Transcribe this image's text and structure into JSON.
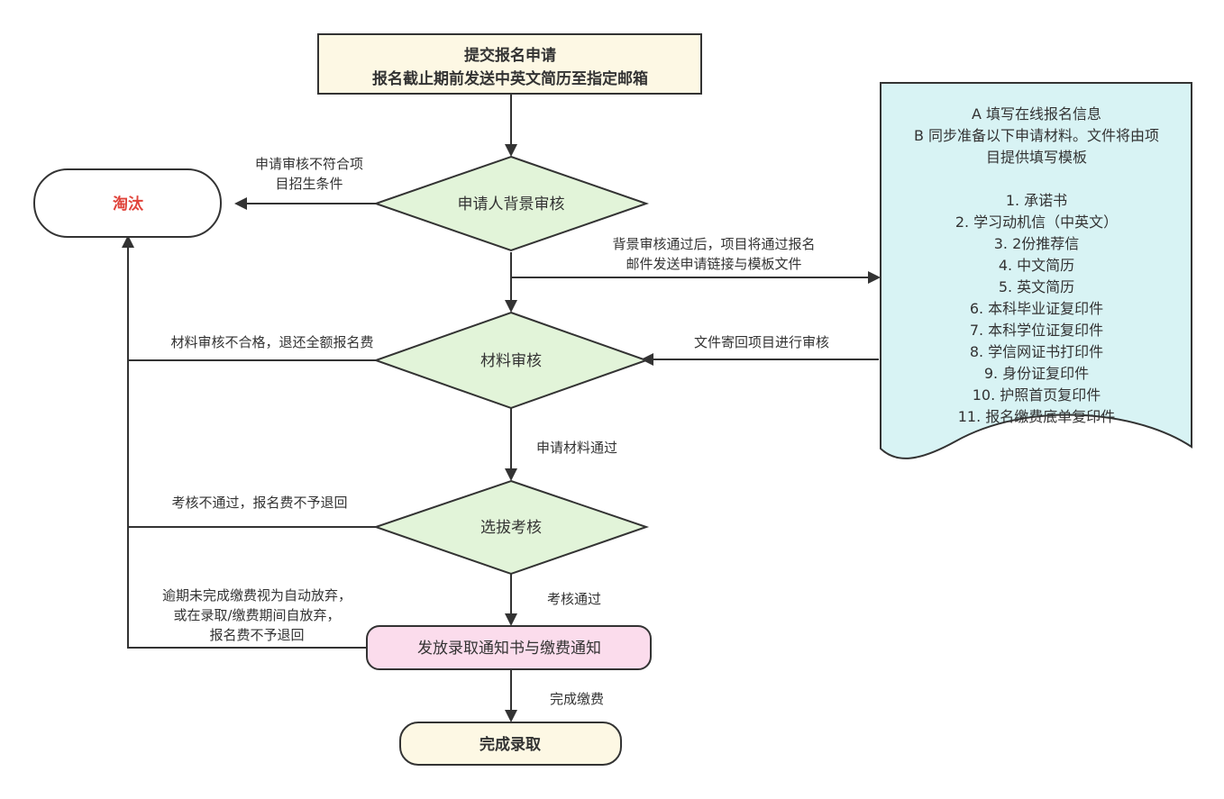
{
  "nodes": {
    "start": {
      "line1": "提交报名申请",
      "line2": "报名截止期前发送中英文简历至指定邮箱"
    },
    "reject": {
      "label": "淘汰",
      "color": "#e0433a"
    },
    "background_review": {
      "label": "申请人背景审核"
    },
    "material_review": {
      "label": "材料审核"
    },
    "selection": {
      "label": "选拔考核"
    },
    "notice": {
      "label": "发放录取通知书与缴费通知"
    },
    "done": {
      "label": "完成录取"
    }
  },
  "document": {
    "lines": [
      "A 填写在线报名信息",
      "B 同步准备以下申请材料。文件将由项",
      "目提供填写模板",
      "",
      "1. 承诺书",
      "2. 学习动机信（中英文）",
      "3. 2份推荐信",
      "4. 中文简历",
      "5. 英文简历",
      "6. 本科毕业证复印件",
      "7. 本科学位证复印件",
      "8. 学信网证书打印件",
      "9. 身份证复印件",
      "10. 护照首页复印件",
      "11. 报名缴费底单复印件"
    ]
  },
  "edges": {
    "bg_fail": {
      "line1": "申请审核不符合项",
      "line2": "目招生条件"
    },
    "bg_pass": {
      "line1": "背景审核通过后，项目将通过报名",
      "line2": "邮件发送申请链接与模板文件"
    },
    "material_fail": {
      "label": "材料审核不合格，退还全额报名费"
    },
    "doc_return": {
      "label": "文件寄回项目进行审核"
    },
    "material_pass": {
      "label": "申请材料通过"
    },
    "exam_fail": {
      "label": "考核不通过，报名费不予退回"
    },
    "exam_pass": {
      "label": "考核通过"
    },
    "overdue": {
      "line1": "逾期未完成缴费视为自动放弃，",
      "line2": "或在录取/缴费期间自放弃，",
      "line3": "报名费不予退回"
    },
    "paid": {
      "label": "完成缴费"
    }
  },
  "colors": {
    "line": "#333333",
    "start_fill": "#fdf8e4",
    "diamond_fill": "#e2f4d9",
    "doc_fill": "#d8f3f4",
    "notice_fill": "#fbdcec",
    "done_fill": "#fdf8e4"
  }
}
